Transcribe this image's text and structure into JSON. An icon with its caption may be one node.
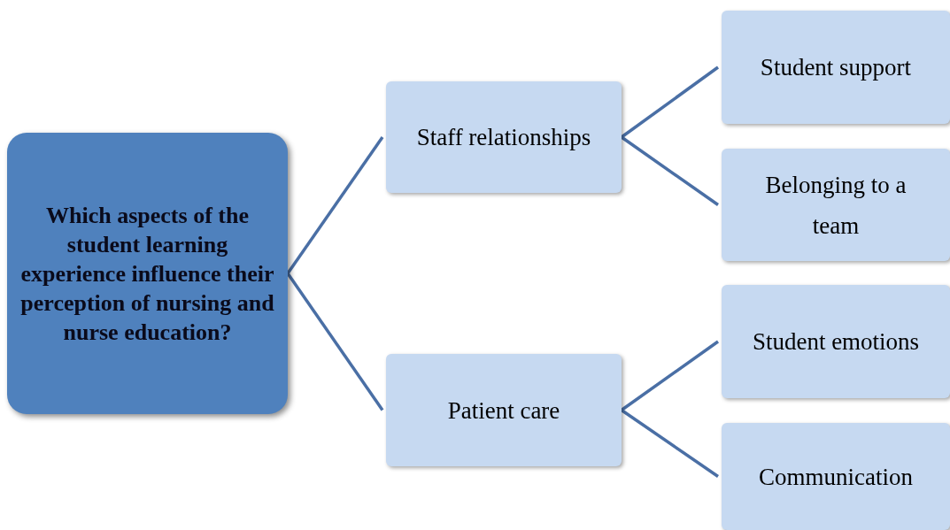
{
  "diagram": {
    "nodes": [
      {
        "text": [
          "Which aspects of the student learning experience influence their perception of nursing and nurse education?"
        ]
      },
      {
        "text": [
          "Staff relationships"
        ]
      },
      {
        "text": [
          "Student support"
        ]
      },
      {
        "text": [
          "Belonging to a team"
        ]
      },
      {
        "text": [
          "Patient care"
        ]
      },
      {
        "text": [
          "Student emotions"
        ]
      },
      {
        "text": [
          "Communication"
        ]
      }
    ],
    "edges": [
      {
        "from": 0,
        "to": 1,
        "arrow": "none"
      },
      {
        "from": 0,
        "to": 4,
        "arrow": "none"
      },
      {
        "from": 1,
        "to": 2,
        "arrow": "none"
      },
      {
        "from": 1,
        "to": 3,
        "arrow": "none"
      },
      {
        "from": 4,
        "to": 5,
        "arrow": "none"
      },
      {
        "from": 4,
        "to": 6,
        "arrow": "none"
      }
    ]
  }
}
